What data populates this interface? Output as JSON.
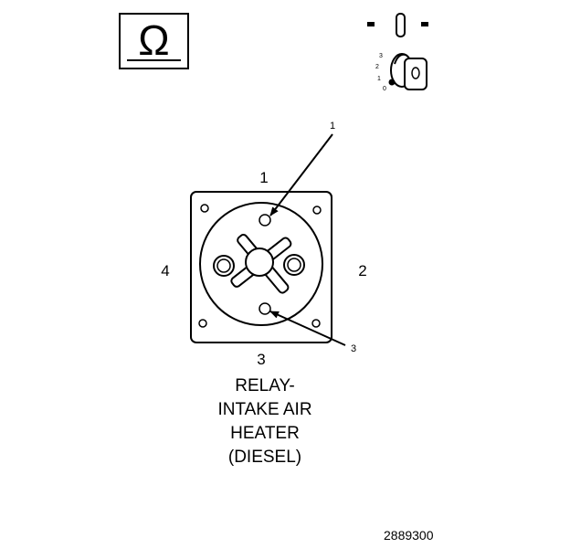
{
  "symbols": {
    "ohm_symbol": "Ω",
    "key_positions": [
      "3",
      "2",
      "1",
      "0"
    ]
  },
  "terminals": {
    "top": "1",
    "right": "2",
    "bottom": "3",
    "left": "4"
  },
  "callouts": {
    "callout_1": "1",
    "callout_3": "3"
  },
  "caption": {
    "line1": "RELAY-",
    "line2": "INTAKE AIR",
    "line3": "HEATER",
    "line4": "(DIESEL)"
  },
  "figure_number": "2889300"
}
